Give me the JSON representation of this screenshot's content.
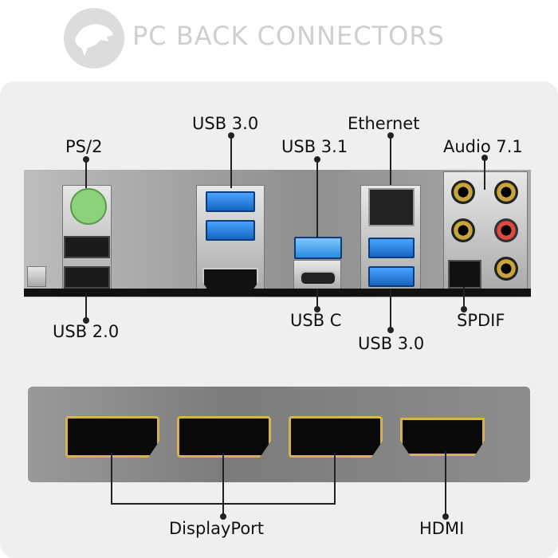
{
  "header": {
    "title": "PC BACK CONNECTORS"
  },
  "labels": {
    "ps2": "PS/2",
    "usb30_top": "USB 3.0",
    "usb31": "USB 3.1",
    "ethernet": "Ethernet",
    "audio71": "Audio 7.1",
    "usb20": "USB 2.0",
    "usbc": "USB C",
    "usb30_bottom": "USB 3.0",
    "spdif": "SPDIF",
    "displayport": "DisplayPort",
    "hdmi": "HDMI"
  },
  "colors": {
    "usb3_blue": "#1e88e5",
    "gold": "#d8b24a",
    "panel_grey": "#8f8f8f"
  }
}
